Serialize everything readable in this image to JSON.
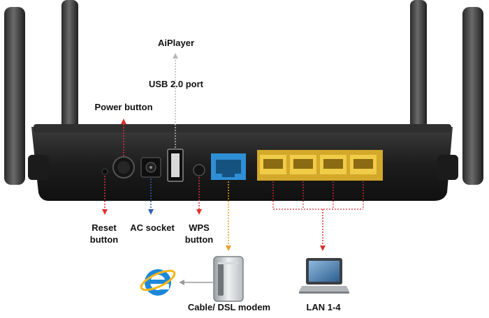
{
  "labels": {
    "aiplayer": "AiPlayer",
    "usb_port": "USB 2.0 port",
    "power_button": "Power button",
    "reset_button_line1": "Reset",
    "reset_button_line2": "button",
    "ac_socket": "AC socket",
    "wps_button_line1": "WPS",
    "wps_button_line2": "button",
    "modem": "Cable/ DSL modem",
    "lan": "LAN 1-4"
  },
  "colors": {
    "reset": "#e0312f",
    "power": "#e0312f",
    "ac": "#2d5fb4",
    "usb": "#b8b8b8",
    "wps": "#e0312f",
    "wan": "#f39c2a",
    "lan": "#e0312f",
    "wan_port": "#2f8fd6",
    "lan_port": "#e8c13a"
  },
  "icons": [
    "internet-explorer-icon",
    "modem-icon",
    "laptop-icon"
  ]
}
